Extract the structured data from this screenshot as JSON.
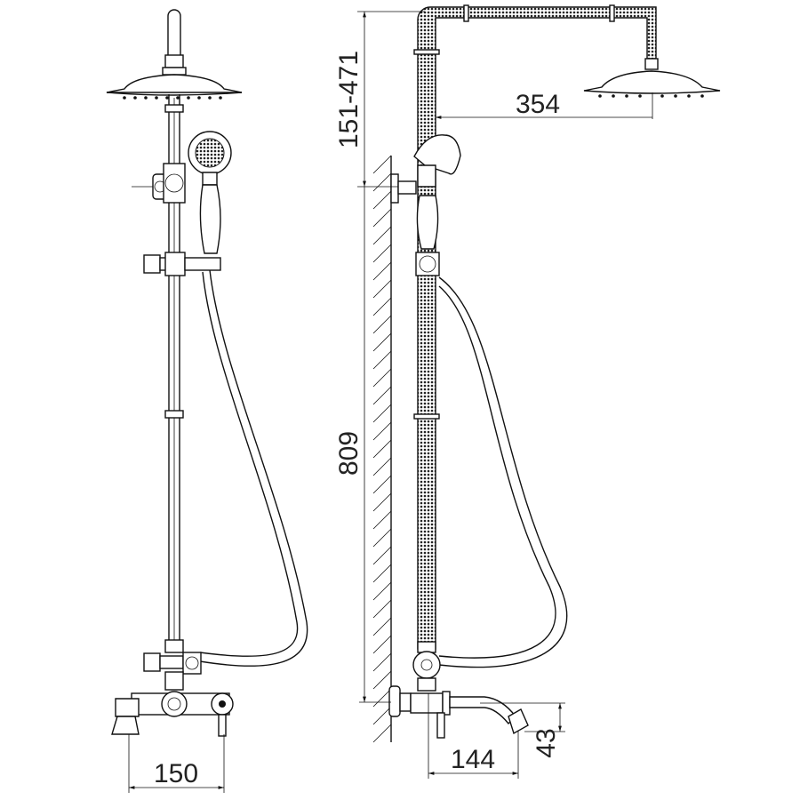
{
  "drawing": {
    "title": "Shower system technical drawing",
    "dimensions": {
      "arm_height_range": "151-471",
      "arm_projection": "354",
      "rail_height": "809",
      "mixer_width": "150",
      "spout_length": "144",
      "spout_drop": "43"
    }
  }
}
